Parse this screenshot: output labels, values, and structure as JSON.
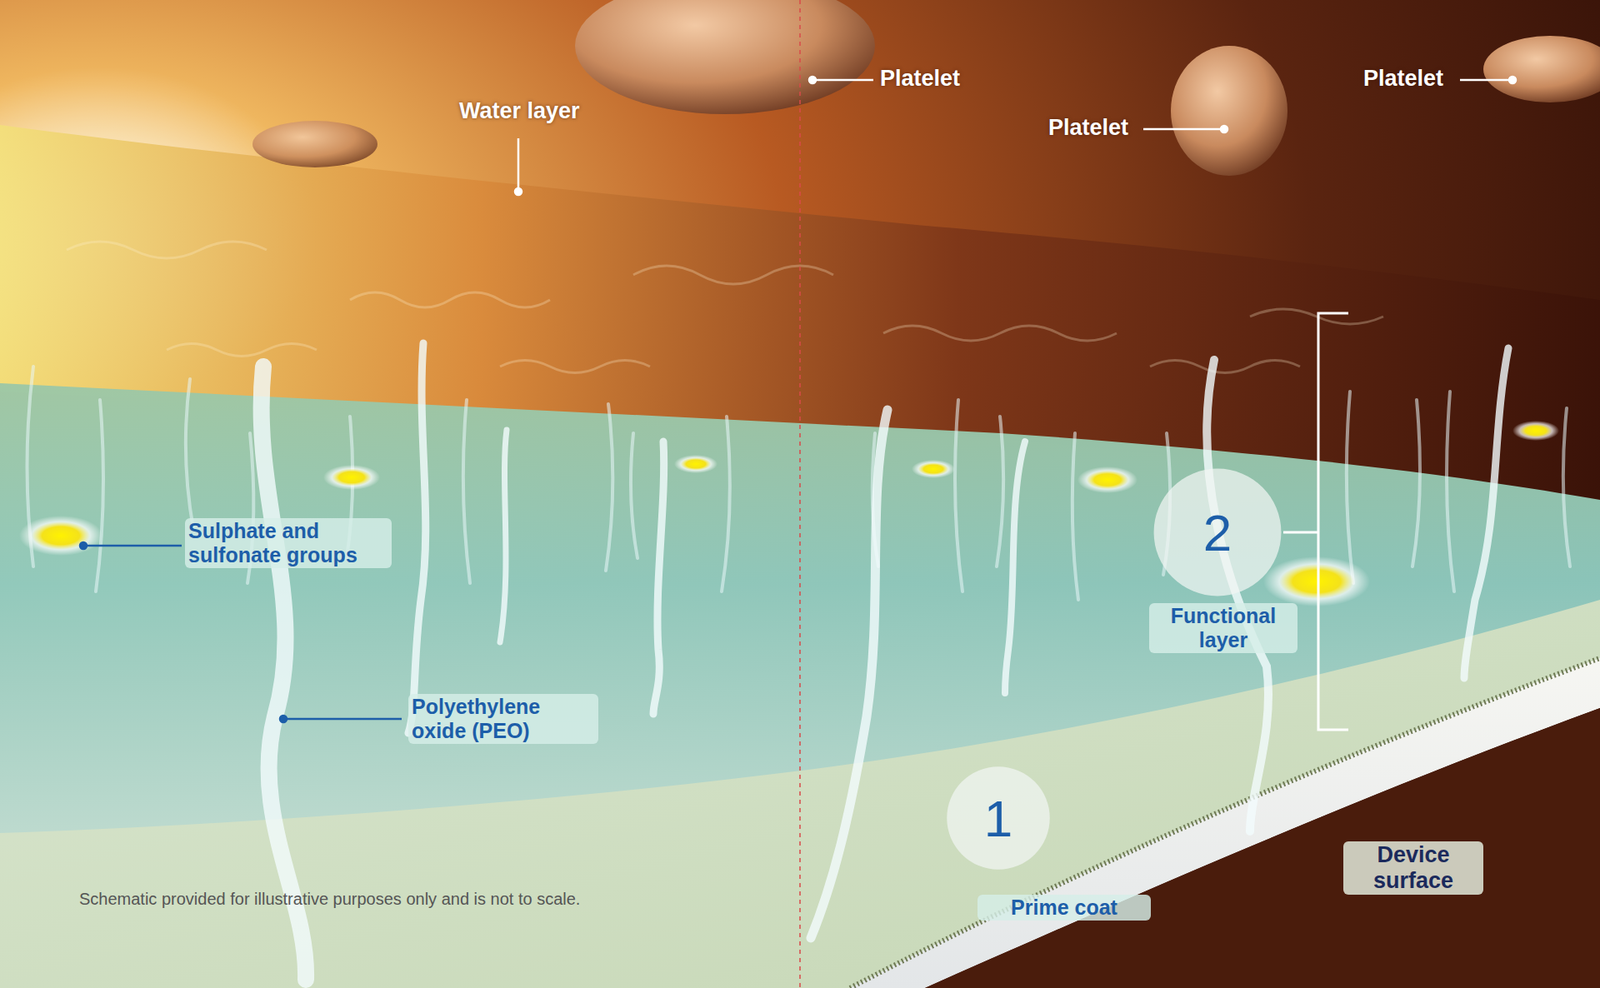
{
  "diagram": {
    "nodes": [
      {
        "text": [
          "2",
          "Functional layer"
        ]
      },
      {
        "text": [
          "1",
          "Prime coat"
        ]
      }
    ],
    "labels": [
      "Water layer",
      "Platelet",
      "Platelet",
      "Platelet",
      "Sulphate and sulfonate groups",
      "Polyethylene oxide (PEO)",
      "Device surface",
      "Schematic provided for illustrative purposes only and is not to scale."
    ]
  }
}
